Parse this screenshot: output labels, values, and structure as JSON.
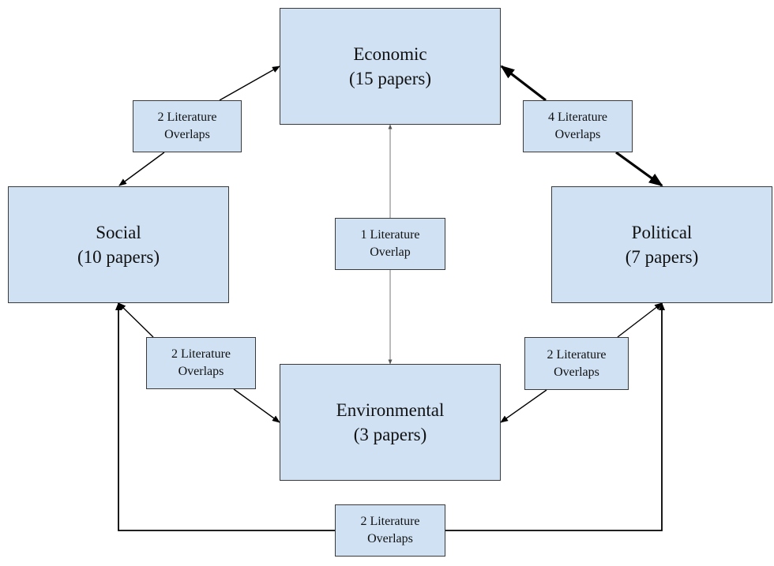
{
  "nodes": {
    "economic": {
      "name": "Economic",
      "count": "(15 papers)"
    },
    "social": {
      "name": "Social",
      "count": "(10 papers)"
    },
    "political": {
      "name": "Political",
      "count": "(7 papers)"
    },
    "environmental": {
      "name": "Environmental",
      "count": "(3 papers)"
    }
  },
  "links": {
    "economic_social": {
      "line1": "2 Literature",
      "line2": "Overlaps"
    },
    "economic_political": {
      "line1": "4 Literature",
      "line2": "Overlaps"
    },
    "economic_environmental": {
      "line1": "1 Literature",
      "line2": "Overlap"
    },
    "social_environmental": {
      "line1": "2 Literature",
      "line2": "Overlaps"
    },
    "political_environmental": {
      "line1": "2 Literature",
      "line2": "Overlaps"
    },
    "social_political": {
      "line1": "2 Literature",
      "line2": "Overlaps"
    }
  },
  "colors": {
    "box_fill": "#cfe1f3",
    "box_border": "#3a3a3a",
    "line": "#000000"
  }
}
